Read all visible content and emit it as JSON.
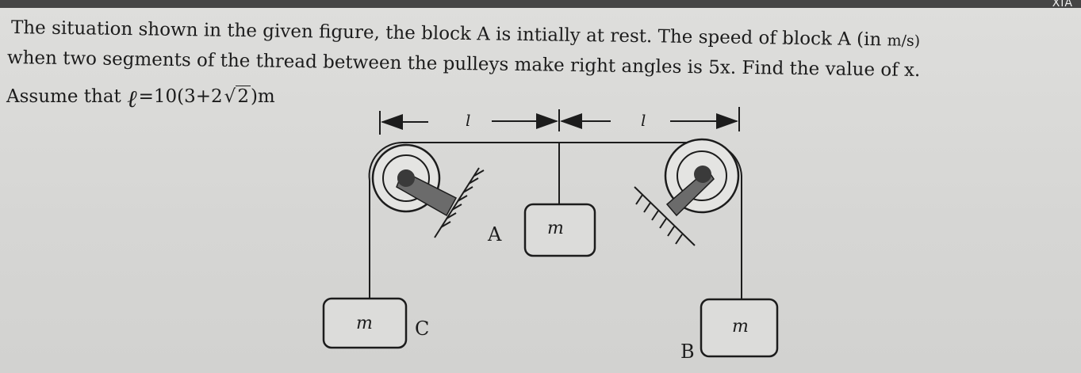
{
  "question": {
    "line1_prefix": "The situation shown in the given figure, the block A is intially at rest. The speed of block A (in",
    "line1_unit": "m/s)",
    "line2": "when two segments of the thread between the pulleys make right angles is 5x. Find the value of x.",
    "line3_prefix": "Assume that",
    "line3_symbol": "ℓ",
    "line3_eq": "=10(3+2",
    "line3_radicand": "2",
    "line3_suffix": ")m"
  },
  "corner_tag": "XIA",
  "figure": {
    "dimension_labels": [
      "l",
      "l"
    ],
    "block_labels": {
      "A": "A",
      "B": "B",
      "C": "C"
    },
    "mass_label": "m"
  }
}
